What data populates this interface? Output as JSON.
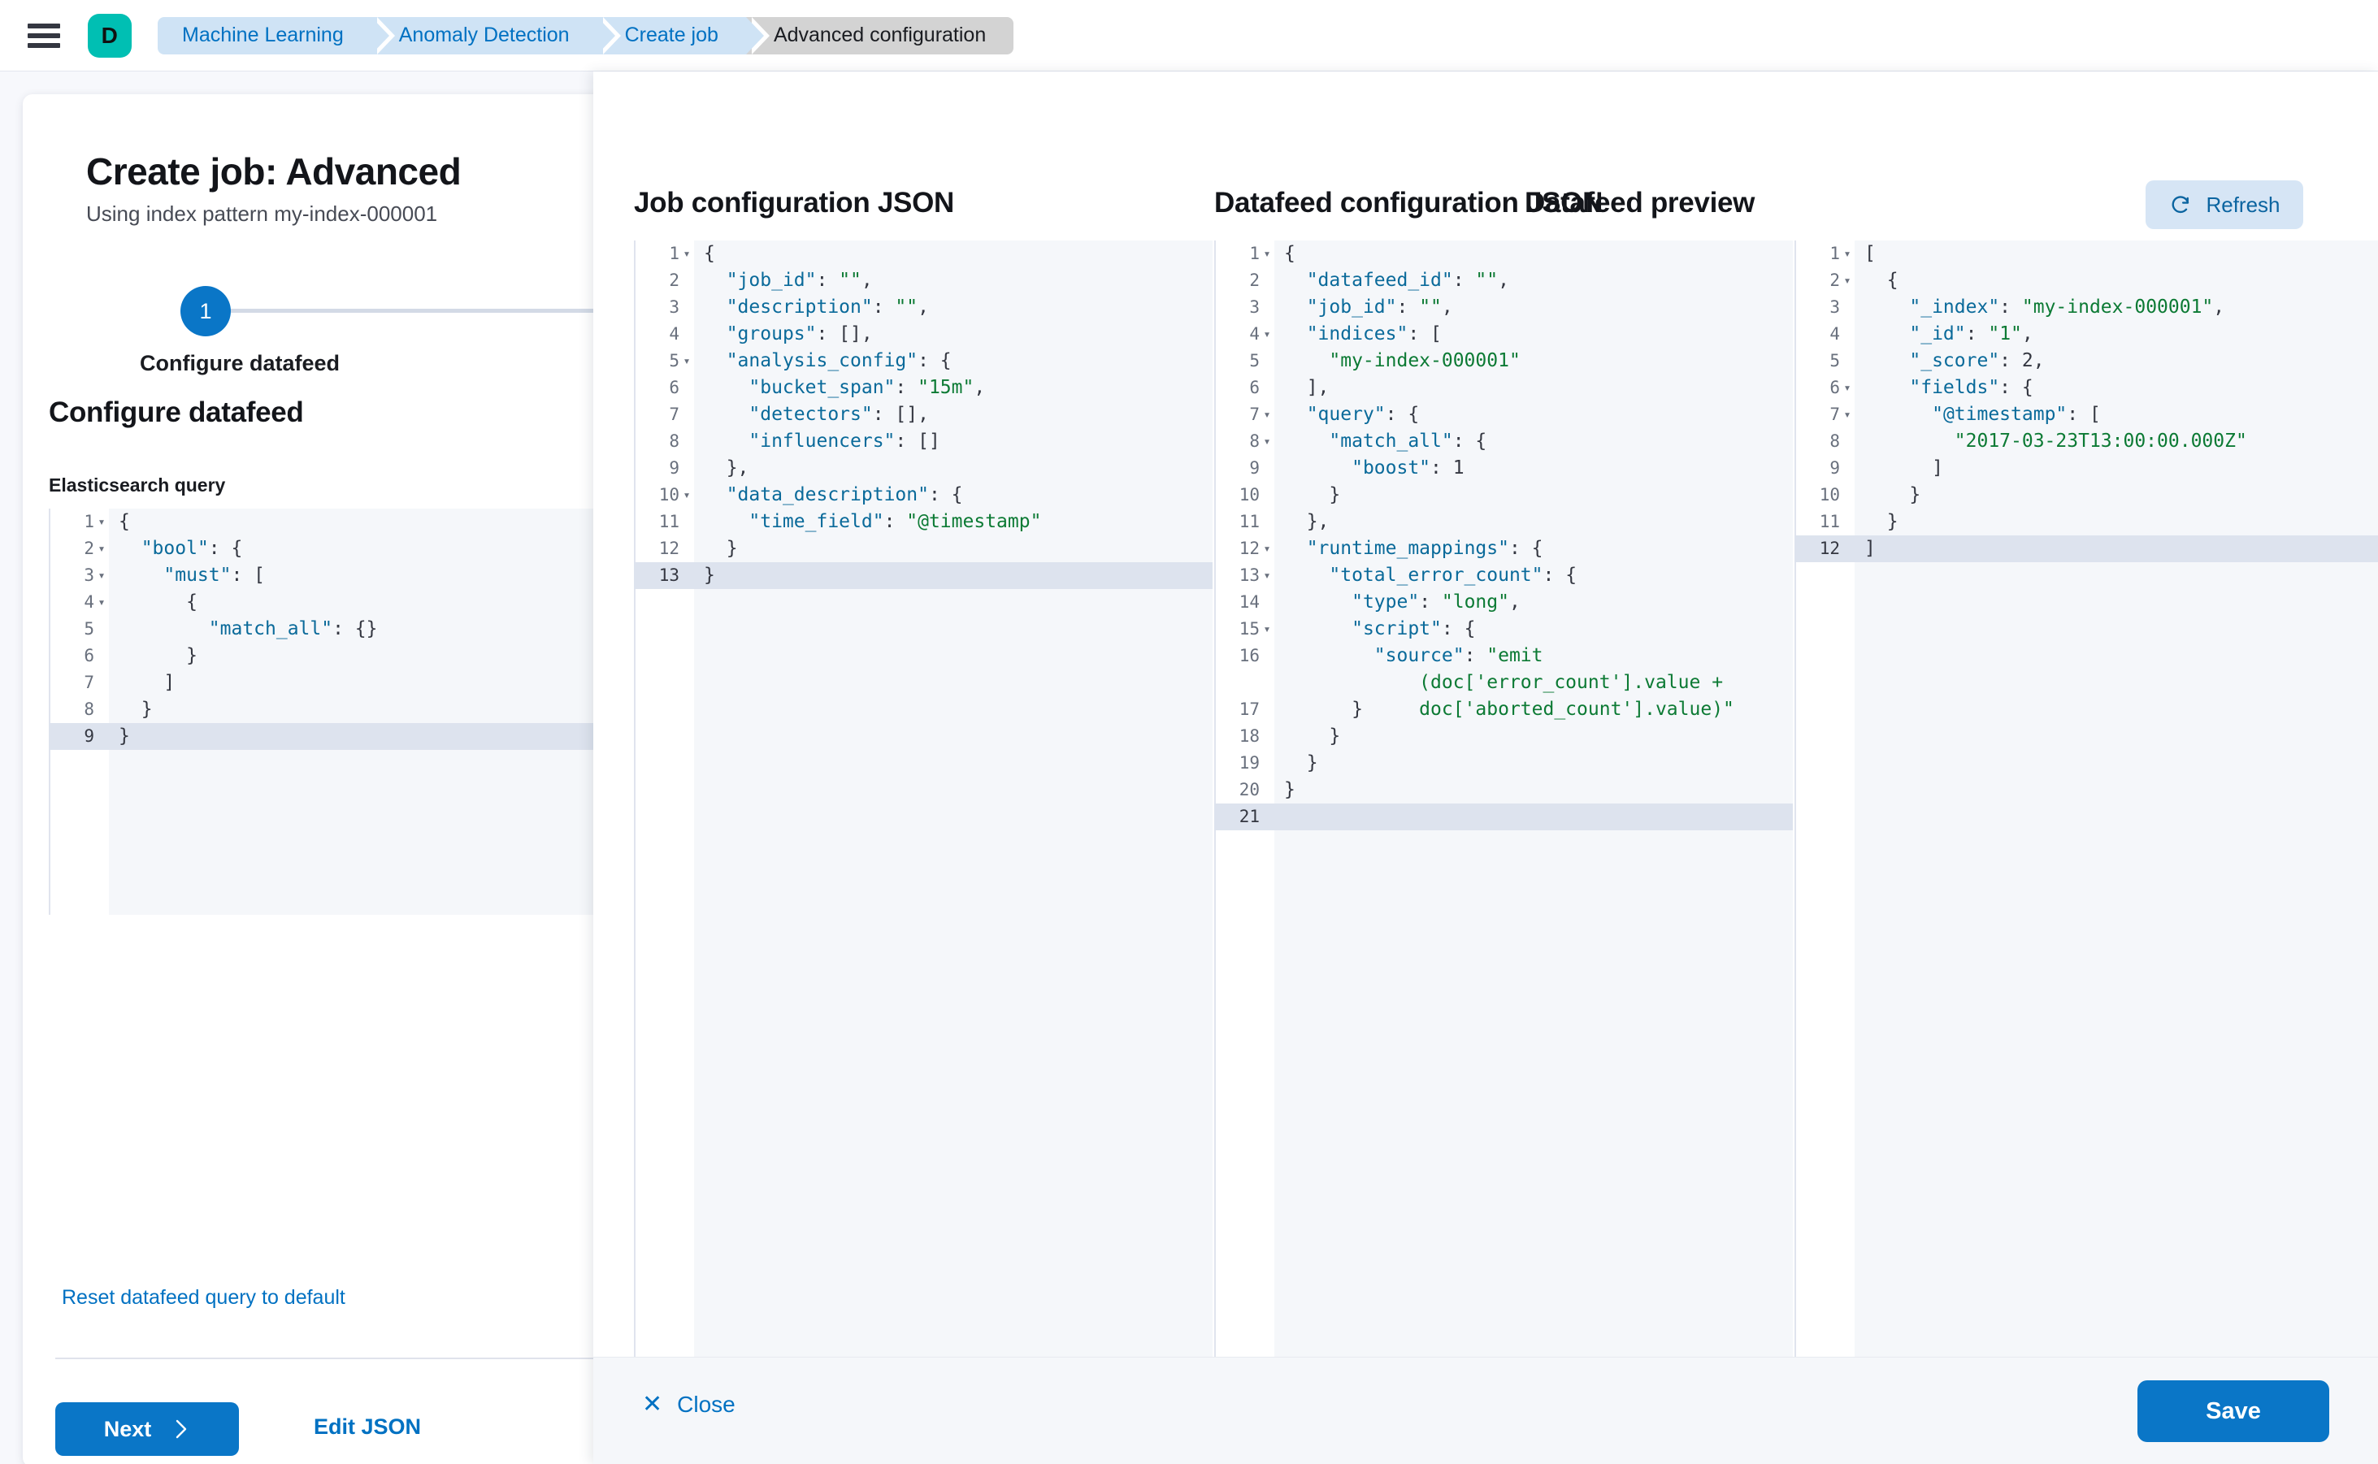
{
  "topbar": {
    "menu_icon": "hamburger-icon",
    "logo_letter": "D",
    "logo_color": "#00bfb3",
    "breadcrumbs": [
      {
        "label": "Machine Learning",
        "current": false
      },
      {
        "label": "Anomaly Detection",
        "current": false
      },
      {
        "label": "Create job",
        "current": false
      },
      {
        "label": "Advanced configuration",
        "current": true
      }
    ]
  },
  "wizard": {
    "title": "Create job: Advanced",
    "subtitle": "Using index pattern my-index-000001",
    "step_number": "1",
    "step_label": "Configure datafeed",
    "section_title": "Configure datafeed",
    "query_label": "Elasticsearch query",
    "reset_link": "Reset datafeed query to default",
    "next_label": "Next",
    "next_icon": "chevron-right-icon",
    "edit_json_label": "Edit JSON",
    "accent_color": "#0a76c7"
  },
  "es_query_editor": {
    "active_line": 9,
    "lines": [
      {
        "n": "1",
        "fold": true,
        "indent": 0,
        "tokens": [
          {
            "t": "{",
            "c": "p"
          }
        ]
      },
      {
        "n": "2",
        "fold": true,
        "indent": 0,
        "tokens": [
          {
            "t": "  ",
            "c": "p"
          },
          {
            "t": "\"bool\"",
            "c": "k"
          },
          {
            "t": ": {",
            "c": "p"
          }
        ]
      },
      {
        "n": "3",
        "fold": true,
        "indent": 1,
        "tokens": [
          {
            "t": "    ",
            "c": "p"
          },
          {
            "t": "\"must\"",
            "c": "k"
          },
          {
            "t": ": [",
            "c": "p"
          }
        ]
      },
      {
        "n": "4",
        "fold": true,
        "indent": 2,
        "tokens": [
          {
            "t": "      {",
            "c": "p"
          }
        ]
      },
      {
        "n": "5",
        "fold": false,
        "indent": 3,
        "tokens": [
          {
            "t": "        ",
            "c": "p"
          },
          {
            "t": "\"match_all\"",
            "c": "k"
          },
          {
            "t": ": {}",
            "c": "p"
          }
        ]
      },
      {
        "n": "6",
        "fold": false,
        "indent": 2,
        "tokens": [
          {
            "t": "      }",
            "c": "p"
          }
        ]
      },
      {
        "n": "7",
        "fold": false,
        "indent": 1,
        "tokens": [
          {
            "t": "    ]",
            "c": "p"
          }
        ]
      },
      {
        "n": "8",
        "fold": false,
        "indent": 0,
        "tokens": [
          {
            "t": "  }",
            "c": "p"
          }
        ]
      },
      {
        "n": "9",
        "fold": false,
        "indent": 0,
        "tokens": [
          {
            "t": "}",
            "c": "p"
          }
        ]
      }
    ]
  },
  "flyout": {
    "job_config_title": "Job configuration JSON",
    "datafeed_config_title": "Datafeed configuration JSON",
    "datafeed_preview_title": "Datafeed preview",
    "refresh_label": "Refresh",
    "refresh_icon": "refresh-icon",
    "close_label": "Close",
    "close_icon": "close-icon",
    "save_label": "Save"
  },
  "job_config_editor": {
    "active_line": 13,
    "lines": [
      {
        "n": "1",
        "fold": true,
        "tokens": [
          {
            "t": "{",
            "c": "p"
          }
        ]
      },
      {
        "n": "2",
        "fold": false,
        "tokens": [
          {
            "t": "  ",
            "c": "p"
          },
          {
            "t": "\"job_id\"",
            "c": "k"
          },
          {
            "t": ": ",
            "c": "p"
          },
          {
            "t": "\"\"",
            "c": "s"
          },
          {
            "t": ",",
            "c": "p"
          }
        ]
      },
      {
        "n": "3",
        "fold": false,
        "tokens": [
          {
            "t": "  ",
            "c": "p"
          },
          {
            "t": "\"description\"",
            "c": "k"
          },
          {
            "t": ": ",
            "c": "p"
          },
          {
            "t": "\"\"",
            "c": "s"
          },
          {
            "t": ",",
            "c": "p"
          }
        ]
      },
      {
        "n": "4",
        "fold": false,
        "tokens": [
          {
            "t": "  ",
            "c": "p"
          },
          {
            "t": "\"groups\"",
            "c": "k"
          },
          {
            "t": ": [],",
            "c": "p"
          }
        ]
      },
      {
        "n": "5",
        "fold": true,
        "tokens": [
          {
            "t": "  ",
            "c": "p"
          },
          {
            "t": "\"analysis_config\"",
            "c": "k"
          },
          {
            "t": ": {",
            "c": "p"
          }
        ]
      },
      {
        "n": "6",
        "fold": false,
        "tokens": [
          {
            "t": "    ",
            "c": "p"
          },
          {
            "t": "\"bucket_span\"",
            "c": "k"
          },
          {
            "t": ": ",
            "c": "p"
          },
          {
            "t": "\"15m\"",
            "c": "s"
          },
          {
            "t": ",",
            "c": "p"
          }
        ]
      },
      {
        "n": "7",
        "fold": false,
        "tokens": [
          {
            "t": "    ",
            "c": "p"
          },
          {
            "t": "\"detectors\"",
            "c": "k"
          },
          {
            "t": ": [],",
            "c": "p"
          }
        ]
      },
      {
        "n": "8",
        "fold": false,
        "tokens": [
          {
            "t": "    ",
            "c": "p"
          },
          {
            "t": "\"influencers\"",
            "c": "k"
          },
          {
            "t": ": []",
            "c": "p"
          }
        ]
      },
      {
        "n": "9",
        "fold": false,
        "tokens": [
          {
            "t": "  },",
            "c": "p"
          }
        ]
      },
      {
        "n": "10",
        "fold": true,
        "tokens": [
          {
            "t": "  ",
            "c": "p"
          },
          {
            "t": "\"data_description\"",
            "c": "k"
          },
          {
            "t": ": {",
            "c": "p"
          }
        ]
      },
      {
        "n": "11",
        "fold": false,
        "tokens": [
          {
            "t": "    ",
            "c": "p"
          },
          {
            "t": "\"time_field\"",
            "c": "k"
          },
          {
            "t": ": ",
            "c": "p"
          },
          {
            "t": "\"@timestamp\"",
            "c": "s"
          }
        ]
      },
      {
        "n": "12",
        "fold": false,
        "tokens": [
          {
            "t": "  }",
            "c": "p"
          }
        ]
      },
      {
        "n": "13",
        "fold": false,
        "tokens": [
          {
            "t": "}",
            "c": "p"
          }
        ]
      }
    ]
  },
  "datafeed_config_editor": {
    "active_line": 21,
    "lines": [
      {
        "n": "1",
        "fold": true,
        "tokens": [
          {
            "t": "{",
            "c": "p"
          }
        ]
      },
      {
        "n": "2",
        "fold": false,
        "tokens": [
          {
            "t": "  ",
            "c": "p"
          },
          {
            "t": "\"datafeed_id\"",
            "c": "k"
          },
          {
            "t": ": ",
            "c": "p"
          },
          {
            "t": "\"\"",
            "c": "s"
          },
          {
            "t": ",",
            "c": "p"
          }
        ]
      },
      {
        "n": "3",
        "fold": false,
        "tokens": [
          {
            "t": "  ",
            "c": "p"
          },
          {
            "t": "\"job_id\"",
            "c": "k"
          },
          {
            "t": ": ",
            "c": "p"
          },
          {
            "t": "\"\"",
            "c": "s"
          },
          {
            "t": ",",
            "c": "p"
          }
        ]
      },
      {
        "n": "4",
        "fold": true,
        "tokens": [
          {
            "t": "  ",
            "c": "p"
          },
          {
            "t": "\"indices\"",
            "c": "k"
          },
          {
            "t": ": [",
            "c": "p"
          }
        ]
      },
      {
        "n": "5",
        "fold": false,
        "tokens": [
          {
            "t": "    ",
            "c": "p"
          },
          {
            "t": "\"my-index-000001\"",
            "c": "s"
          }
        ]
      },
      {
        "n": "6",
        "fold": false,
        "tokens": [
          {
            "t": "  ],",
            "c": "p"
          }
        ]
      },
      {
        "n": "7",
        "fold": true,
        "tokens": [
          {
            "t": "  ",
            "c": "p"
          },
          {
            "t": "\"query\"",
            "c": "k"
          },
          {
            "t": ": {",
            "c": "p"
          }
        ]
      },
      {
        "n": "8",
        "fold": true,
        "tokens": [
          {
            "t": "    ",
            "c": "p"
          },
          {
            "t": "\"match_all\"",
            "c": "k"
          },
          {
            "t": ": {",
            "c": "p"
          }
        ]
      },
      {
        "n": "9",
        "fold": false,
        "tokens": [
          {
            "t": "      ",
            "c": "p"
          },
          {
            "t": "\"boost\"",
            "c": "k"
          },
          {
            "t": ": ",
            "c": "p"
          },
          {
            "t": "1",
            "c": "p"
          }
        ]
      },
      {
        "n": "10",
        "fold": false,
        "tokens": [
          {
            "t": "    }",
            "c": "p"
          }
        ]
      },
      {
        "n": "11",
        "fold": false,
        "tokens": [
          {
            "t": "  },",
            "c": "p"
          }
        ]
      },
      {
        "n": "12",
        "fold": true,
        "tokens": [
          {
            "t": "  ",
            "c": "p"
          },
          {
            "t": "\"runtime_mappings\"",
            "c": "k"
          },
          {
            "t": ": {",
            "c": "p"
          }
        ]
      },
      {
        "n": "13",
        "fold": true,
        "tokens": [
          {
            "t": "    ",
            "c": "p"
          },
          {
            "t": "\"total_error_count\"",
            "c": "k"
          },
          {
            "t": ": {",
            "c": "p"
          }
        ]
      },
      {
        "n": "14",
        "fold": false,
        "tokens": [
          {
            "t": "      ",
            "c": "p"
          },
          {
            "t": "\"type\"",
            "c": "k"
          },
          {
            "t": ": ",
            "c": "p"
          },
          {
            "t": "\"long\"",
            "c": "s"
          },
          {
            "t": ",",
            "c": "p"
          }
        ]
      },
      {
        "n": "15",
        "fold": true,
        "tokens": [
          {
            "t": "      ",
            "c": "p"
          },
          {
            "t": "\"script\"",
            "c": "k"
          },
          {
            "t": ": {",
            "c": "p"
          }
        ]
      },
      {
        "n": "16",
        "fold": false,
        "wrap": true,
        "tokens": [
          {
            "t": "        ",
            "c": "p"
          },
          {
            "t": "\"source\"",
            "c": "k"
          },
          {
            "t": ": ",
            "c": "p"
          },
          {
            "t": "\"emit\n            (doc['error_count'].value +\n            doc['aborted_count'].value)\"",
            "c": "s"
          }
        ]
      },
      {
        "n": "17",
        "fold": false,
        "tokens": [
          {
            "t": "      }",
            "c": "p"
          }
        ]
      },
      {
        "n": "18",
        "fold": false,
        "tokens": [
          {
            "t": "    }",
            "c": "p"
          }
        ]
      },
      {
        "n": "19",
        "fold": false,
        "tokens": [
          {
            "t": "  }",
            "c": "p"
          }
        ]
      },
      {
        "n": "20",
        "fold": false,
        "tokens": [
          {
            "t": "}",
            "c": "p"
          }
        ]
      },
      {
        "n": "21",
        "fold": false,
        "tokens": [
          {
            "t": "",
            "c": "p"
          }
        ]
      }
    ]
  },
  "datafeed_preview_editor": {
    "active_line": 12,
    "lines": [
      {
        "n": "1",
        "fold": true,
        "tokens": [
          {
            "t": "[",
            "c": "p"
          }
        ]
      },
      {
        "n": "2",
        "fold": true,
        "tokens": [
          {
            "t": "  {",
            "c": "p"
          }
        ]
      },
      {
        "n": "3",
        "fold": false,
        "tokens": [
          {
            "t": "    ",
            "c": "p"
          },
          {
            "t": "\"_index\"",
            "c": "k"
          },
          {
            "t": ": ",
            "c": "p"
          },
          {
            "t": "\"my-index-000001\"",
            "c": "s"
          },
          {
            "t": ",",
            "c": "p"
          }
        ]
      },
      {
        "n": "4",
        "fold": false,
        "tokens": [
          {
            "t": "    ",
            "c": "p"
          },
          {
            "t": "\"_id\"",
            "c": "k"
          },
          {
            "t": ": ",
            "c": "p"
          },
          {
            "t": "\"1\"",
            "c": "s"
          },
          {
            "t": ",",
            "c": "p"
          }
        ]
      },
      {
        "n": "5",
        "fold": false,
        "tokens": [
          {
            "t": "    ",
            "c": "p"
          },
          {
            "t": "\"_score\"",
            "c": "k"
          },
          {
            "t": ": ",
            "c": "p"
          },
          {
            "t": "2",
            "c": "p"
          },
          {
            "t": ",",
            "c": "p"
          }
        ]
      },
      {
        "n": "6",
        "fold": true,
        "tokens": [
          {
            "t": "    ",
            "c": "p"
          },
          {
            "t": "\"fields\"",
            "c": "k"
          },
          {
            "t": ": {",
            "c": "p"
          }
        ]
      },
      {
        "n": "7",
        "fold": true,
        "tokens": [
          {
            "t": "      ",
            "c": "p"
          },
          {
            "t": "\"@timestamp\"",
            "c": "k"
          },
          {
            "t": ": [",
            "c": "p"
          }
        ]
      },
      {
        "n": "8",
        "fold": false,
        "tokens": [
          {
            "t": "        ",
            "c": "p"
          },
          {
            "t": "\"2017-03-23T13:00:00.000Z\"",
            "c": "s"
          }
        ]
      },
      {
        "n": "9",
        "fold": false,
        "tokens": [
          {
            "t": "      ]",
            "c": "p"
          }
        ]
      },
      {
        "n": "10",
        "fold": false,
        "tokens": [
          {
            "t": "    }",
            "c": "p"
          }
        ]
      },
      {
        "n": "11",
        "fold": false,
        "tokens": [
          {
            "t": "  }",
            "c": "p"
          }
        ]
      },
      {
        "n": "12",
        "fold": false,
        "tokens": [
          {
            "t": "]",
            "c": "p"
          }
        ]
      }
    ]
  }
}
